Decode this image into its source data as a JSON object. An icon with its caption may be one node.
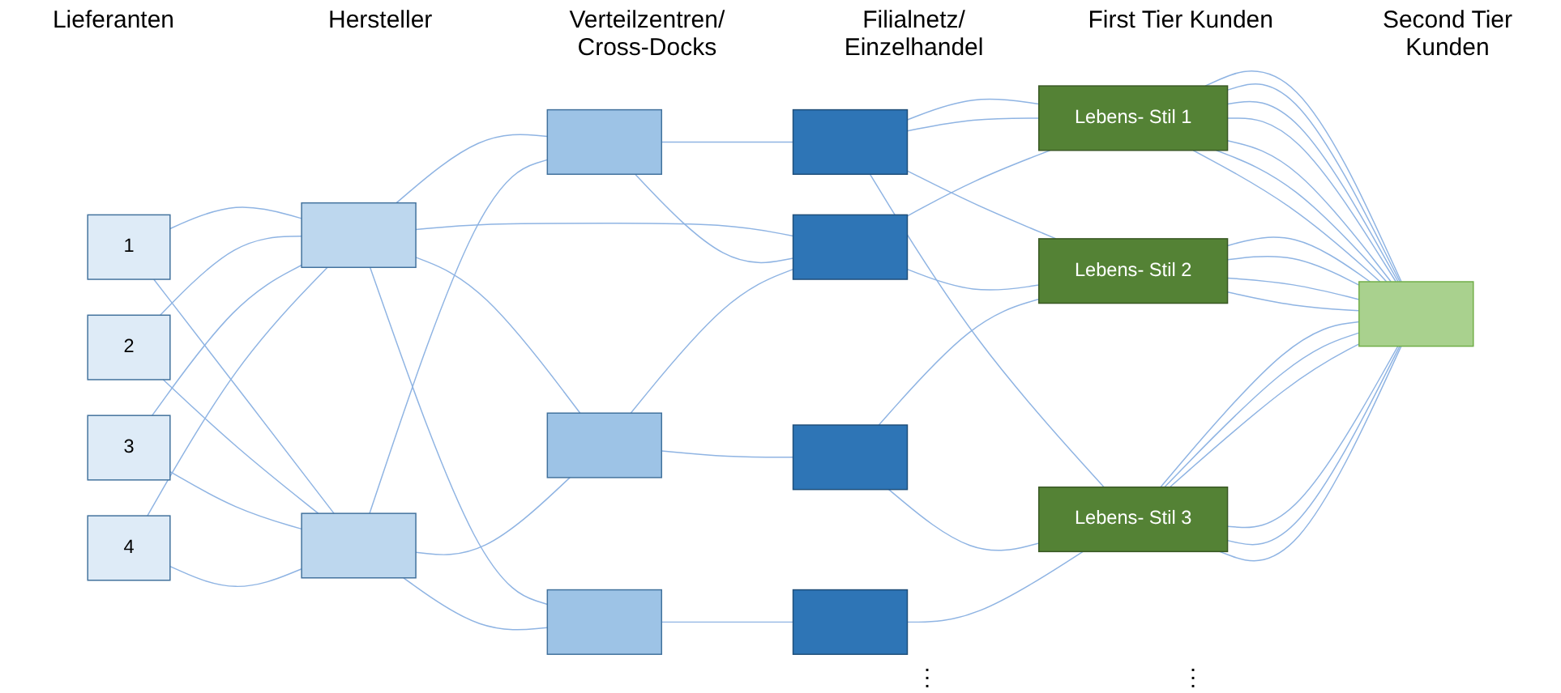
{
  "diagram": {
    "nodes": [
      {
        "text": [
          "1"
        ]
      },
      {
        "text": [
          "2"
        ]
      },
      {
        "text": [
          "3"
        ]
      },
      {
        "text": [
          "4"
        ]
      },
      {
        "text": [],
        "shape": "box"
      },
      {
        "text": [],
        "shape": "box"
      },
      {
        "text": [],
        "shape": "box"
      },
      {
        "text": [],
        "shape": "box"
      },
      {
        "text": [],
        "shape": "box"
      },
      {
        "text": [],
        "shape": "box"
      },
      {
        "text": [],
        "shape": "box"
      },
      {
        "text": [],
        "shape": "box"
      },
      {
        "text": [],
        "shape": "box"
      },
      {
        "text": [
          "Lebens- Stil 1"
        ]
      },
      {
        "text": [
          "Lebens- Stil 2"
        ]
      },
      {
        "text": [
          "Lebens- Stil 3"
        ]
      },
      {
        "text": [],
        "shape": "box"
      }
    ],
    "edges": [
      {
        "from": 0,
        "to": 4,
        "arrow": "none"
      },
      {
        "from": 0,
        "to": 5,
        "arrow": "none"
      },
      {
        "from": 1,
        "to": 4,
        "arrow": "none"
      },
      {
        "from": 1,
        "to": 5,
        "arrow": "none"
      },
      {
        "from": 2,
        "to": 4,
        "arrow": "none"
      },
      {
        "from": 2,
        "to": 5,
        "arrow": "none"
      },
      {
        "from": 3,
        "to": 4,
        "arrow": "none"
      },
      {
        "from": 3,
        "to": 5,
        "arrow": "none"
      },
      {
        "from": 4,
        "to": 6,
        "arrow": "none"
      },
      {
        "from": 4,
        "to": 10,
        "arrow": "none"
      },
      {
        "from": 4,
        "to": 7,
        "arrow": "none"
      },
      {
        "from": 4,
        "to": 8,
        "arrow": "none"
      },
      {
        "from": 5,
        "to": 6,
        "arrow": "none"
      },
      {
        "from": 5,
        "to": 7,
        "arrow": "none"
      },
      {
        "from": 5,
        "to": 8,
        "arrow": "none"
      },
      {
        "from": 6,
        "to": 9,
        "arrow": "none"
      },
      {
        "from": 6,
        "to": 10,
        "arrow": "none"
      },
      {
        "from": 7,
        "to": 10,
        "arrow": "none"
      },
      {
        "from": 7,
        "to": 11,
        "arrow": "none"
      },
      {
        "from": 8,
        "to": 12,
        "arrow": "none"
      },
      {
        "from": 9,
        "to": 13,
        "arrow": "none"
      },
      {
        "from": 9,
        "to": 13,
        "arrow": "none"
      },
      {
        "from": 9,
        "to": 14,
        "arrow": "none"
      },
      {
        "from": 9,
        "to": 15,
        "arrow": "none"
      },
      {
        "from": 10,
        "to": 13,
        "arrow": "none"
      },
      {
        "from": 10,
        "to": 14,
        "arrow": "none"
      },
      {
        "from": 11,
        "to": 14,
        "arrow": "none"
      },
      {
        "from": 11,
        "to": 15,
        "arrow": "none"
      },
      {
        "from": 12,
        "to": 15,
        "arrow": "none"
      },
      {
        "from": 13,
        "to": 16,
        "arrow": "none"
      },
      {
        "from": 13,
        "to": 16,
        "arrow": "none"
      },
      {
        "from": 13,
        "to": 16,
        "arrow": "none"
      },
      {
        "from": 13,
        "to": 16,
        "arrow": "none"
      },
      {
        "from": 13,
        "to": 16,
        "arrow": "none"
      },
      {
        "from": 13,
        "to": 16,
        "arrow": "none"
      },
      {
        "from": 13,
        "to": 16,
        "arrow": "none"
      },
      {
        "from": 14,
        "to": 16,
        "arrow": "none"
      },
      {
        "from": 14,
        "to": 16,
        "arrow": "none"
      },
      {
        "from": 14,
        "to": 16,
        "arrow": "none"
      },
      {
        "from": 14,
        "to": 16,
        "arrow": "none"
      },
      {
        "from": 15,
        "to": 16,
        "arrow": "none"
      },
      {
        "from": 15,
        "to": 16,
        "arrow": "none"
      },
      {
        "from": 15,
        "to": 16,
        "arrow": "none"
      },
      {
        "from": 15,
        "to": 16,
        "arrow": "none"
      },
      {
        "from": 15,
        "to": 16,
        "arrow": "none"
      },
      {
        "from": 15,
        "to": 16,
        "arrow": "none"
      }
    ],
    "labels": [
      "Lieferanten",
      "Hersteller",
      "Verteilzentren/ Cross-Docks",
      "Filialnetz/ Einzelhandel",
      "First Tier Kunden",
      "Second Tier Kunden",
      "⋮",
      "⋮"
    ]
  }
}
